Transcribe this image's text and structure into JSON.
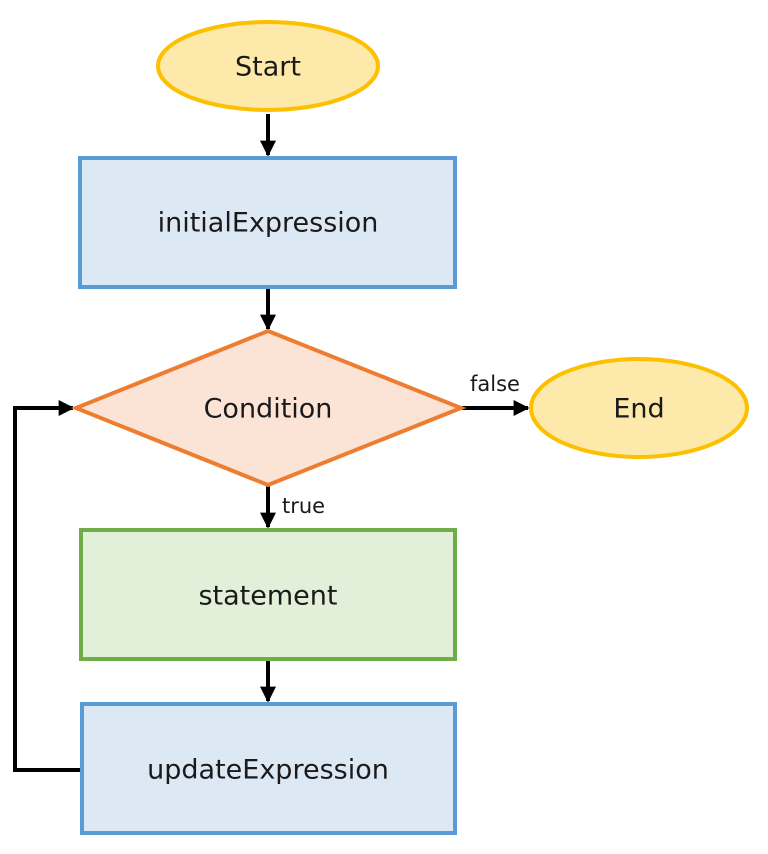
{
  "nodes": {
    "start": {
      "label": "Start",
      "shape": "ellipse",
      "fill": "#fde9a9",
      "stroke": "#fcc000"
    },
    "initial": {
      "label": "initialExpression",
      "shape": "rectangle",
      "fill": "#dde8f5",
      "stroke": "#5b9bd5"
    },
    "condition": {
      "label": "Condition",
      "shape": "diamond",
      "fill": "#fbe4d5",
      "stroke": "#ed7d31"
    },
    "end": {
      "label": "End",
      "shape": "ellipse",
      "fill": "#fde9a9",
      "stroke": "#fcc000"
    },
    "statement": {
      "label": "statement",
      "shape": "rectangle",
      "fill": "#e2efd9",
      "stroke": "#70ad47"
    },
    "update": {
      "label": "updateExpression",
      "shape": "rectangle",
      "fill": "#dde8f5",
      "stroke": "#5b9bd5"
    }
  },
  "edges": {
    "start_to_initial": {
      "from": "start",
      "to": "initial",
      "label": ""
    },
    "initial_to_condition": {
      "from": "initial",
      "to": "condition",
      "label": ""
    },
    "condition_to_end": {
      "from": "condition",
      "to": "end",
      "label": "false"
    },
    "condition_to_statement": {
      "from": "condition",
      "to": "statement",
      "label": "true"
    },
    "statement_to_update": {
      "from": "statement",
      "to": "update",
      "label": ""
    },
    "update_to_condition": {
      "from": "update",
      "to": "condition",
      "label": ""
    }
  }
}
